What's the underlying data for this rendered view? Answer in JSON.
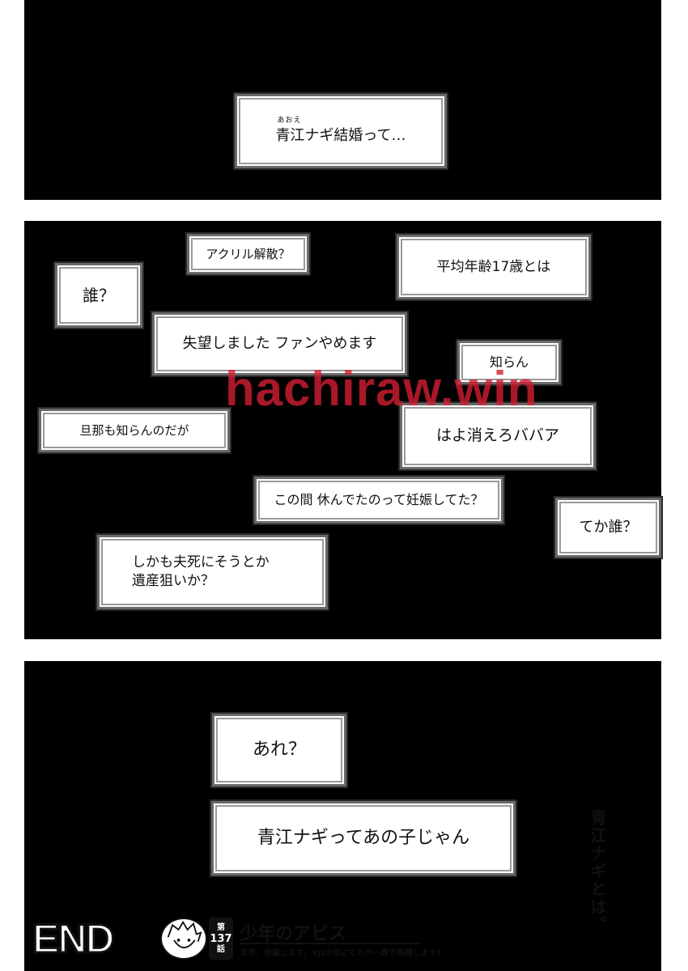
{
  "panel1": {
    "caption_ruby": "あおえ",
    "caption": "青江ナギ結婚って…"
  },
  "panel2": {
    "comments": [
      "アクリル解散？",
      "平均年齢17歳とは",
      "誰？",
      "失望しました ファンやめます",
      "知らん",
      "旦那も知らんのだが",
      "はよ消えろババア",
      "この間 休んでたのって妊娠してた？",
      "てか誰？",
      "しかも夫死にそうとか",
      "遺産狙いか？"
    ]
  },
  "watermark": "hachiraw.win",
  "panel3": {
    "line1": "あれ？",
    "line2": "青江ナギってあの子じゃん",
    "vertical_text": "青江ナギとは。"
  },
  "footer": {
    "end_label": "END",
    "episode_prefix": "第",
    "episode_number": "137",
    "episode_suffix": "話",
    "series_title": "少年のアビス",
    "notice": "次号、休載します。YJ28号にてカラー扉で再開します!"
  },
  "colors": {
    "panel_bg": "#000000",
    "box_bg": "#ffffff",
    "watermark": "#d21e32"
  }
}
